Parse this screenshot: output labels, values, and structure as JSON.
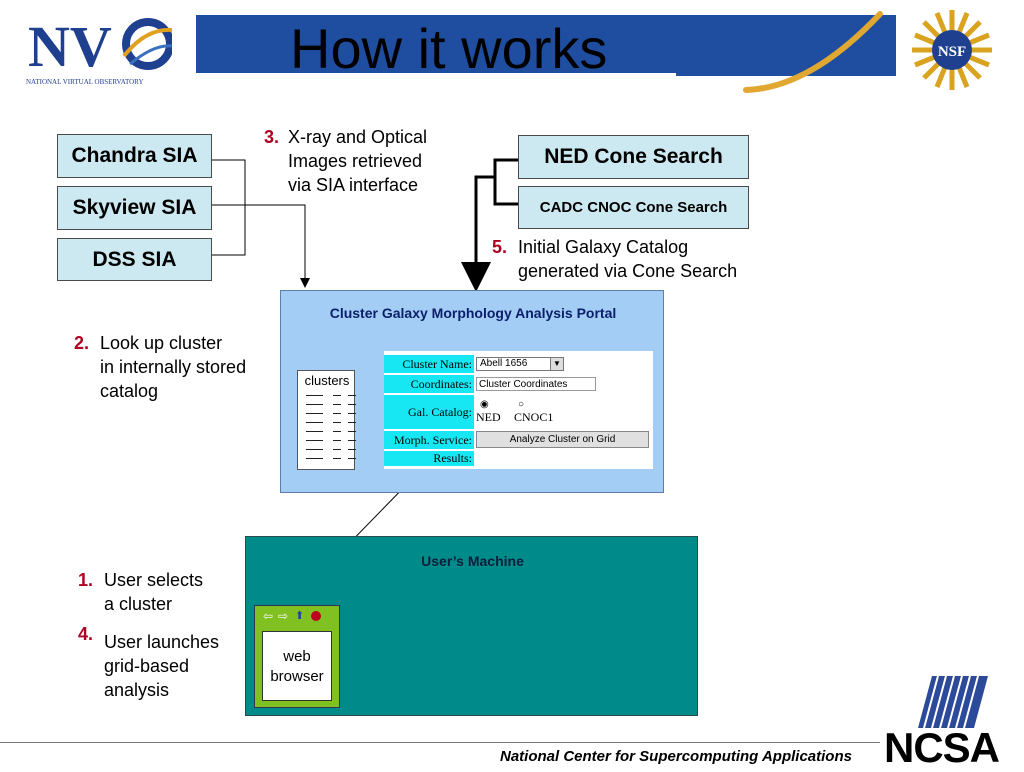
{
  "header": {
    "logo_left_text": "NV",
    "logo_left_caption": "NATIONAL VIRTUAL OBSERVATORY",
    "title": "How it works",
    "logo_right_text": "NSF"
  },
  "sources": {
    "chandra": "Chandra SIA",
    "skyview": "Skyview SIA",
    "dss": "DSS SIA",
    "ned": "NED Cone Search",
    "cadc": "CADC CNOC Cone Search"
  },
  "steps": {
    "s1": {
      "num": "1.",
      "text": [
        "User selects",
        "a cluster"
      ]
    },
    "s2": {
      "num": "2.",
      "text": [
        "Look up cluster",
        "in internally stored",
        "catalog"
      ]
    },
    "s3": {
      "num": "3.",
      "text": [
        "X-ray and Optical",
        "Images retrieved",
        "via SIA interface"
      ]
    },
    "s4": {
      "num": "4.",
      "text": [
        "User launches",
        "grid-based",
        "analysis"
      ]
    },
    "s5": {
      "num": "5.",
      "text": [
        "Initial Galaxy Catalog",
        "generated via Cone Search"
      ]
    }
  },
  "portal": {
    "title": "Cluster Galaxy Morphology Analysis Portal",
    "clusters_label": "clusters",
    "form": {
      "cluster_name_label": "Cluster Name:",
      "cluster_name_value": "Abell 1656",
      "coordinates_label": "Coordinates:",
      "coordinates_value": "Cluster Coordinates",
      "gal_catalog_label": "Gal. Catalog:",
      "catalog_options": [
        "NED",
        "CNOC1"
      ],
      "catalog_selected": "NED",
      "morph_label": "Morph. Service:",
      "analyze_button": "Analyze Cluster on Grid",
      "results_label": "Results:"
    }
  },
  "machine": {
    "title": "User’s Machine",
    "browser_text": [
      "web",
      "browser"
    ]
  },
  "footer": {
    "text": "National Center for Supercomputing Applications",
    "logo": "NCSA"
  },
  "colors": {
    "title_bar": "#1f4ea1",
    "step_number": "#b00020",
    "source_box": "#cce8f0",
    "portal": "#a4cdf6",
    "machine": "#008b8b",
    "form_label": "#16e7f2"
  }
}
